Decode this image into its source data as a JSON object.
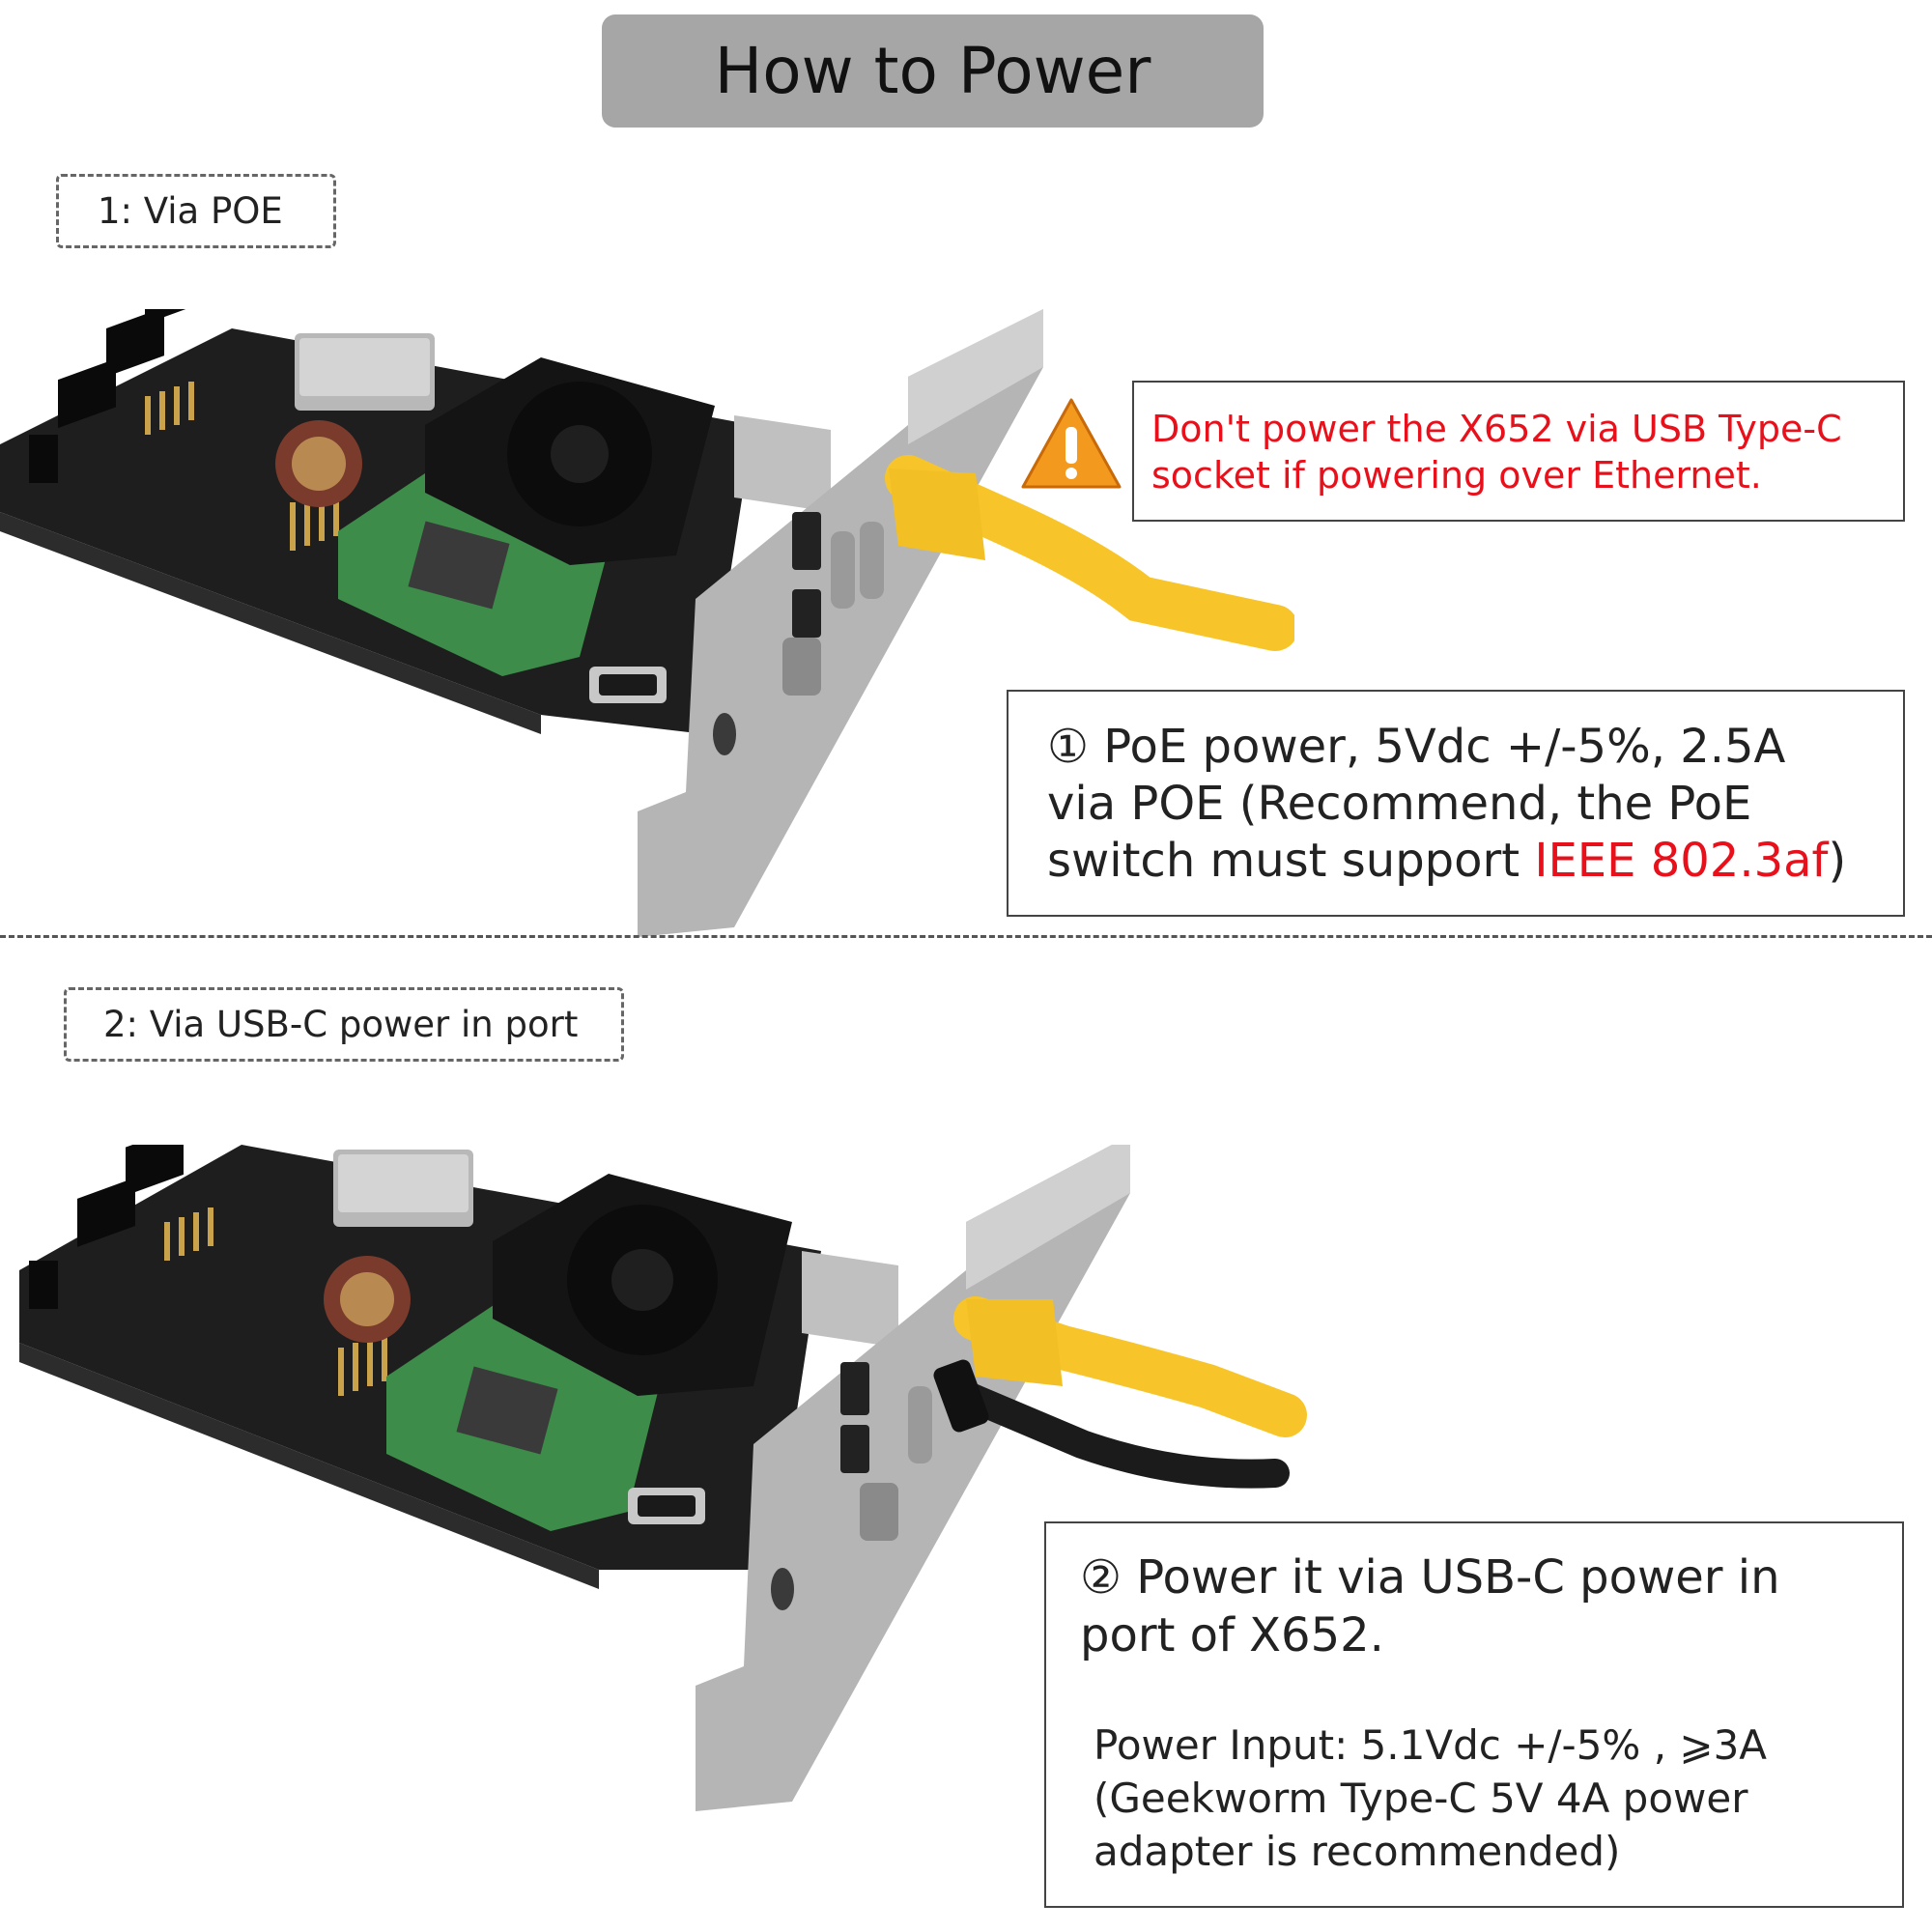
{
  "title": "How to Power",
  "sections": [
    {
      "label": "1:  Via POE",
      "warning": {
        "line1": "Don't power the X652 via USB Type-C",
        "line2": "socket if powering over Ethernet."
      },
      "note": {
        "line1": "① PoE power, 5Vdc +/-5%, 2.5A",
        "line2": "via POE (Recommend, the PoE",
        "line3_prefix": "switch must support ",
        "line3_highlight": "IEEE 802.3af",
        "line3_suffix": ")"
      }
    },
    {
      "label": "2:  Via USB-C power in port",
      "note": {
        "line1": "② Power it via USB-C power in",
        "line2": "port of X652.",
        "spec1": "Power Input: 5.1Vdc +/-5% , ⩾3A",
        "spec2": "(Geekworm Type-C 5V 4A power",
        "spec3": "adapter is recommended)"
      }
    }
  ],
  "colors": {
    "warning_text": "#e8101a",
    "title_bg": "#a6a6a6",
    "ethernet_cable": "#f7c52a",
    "usb_cable": "#1b1b1b",
    "pcb": "#1e1e1e",
    "raspberry_pi_board": "#3d8c4a"
  },
  "icons": [
    "warning-triangle-icon"
  ]
}
